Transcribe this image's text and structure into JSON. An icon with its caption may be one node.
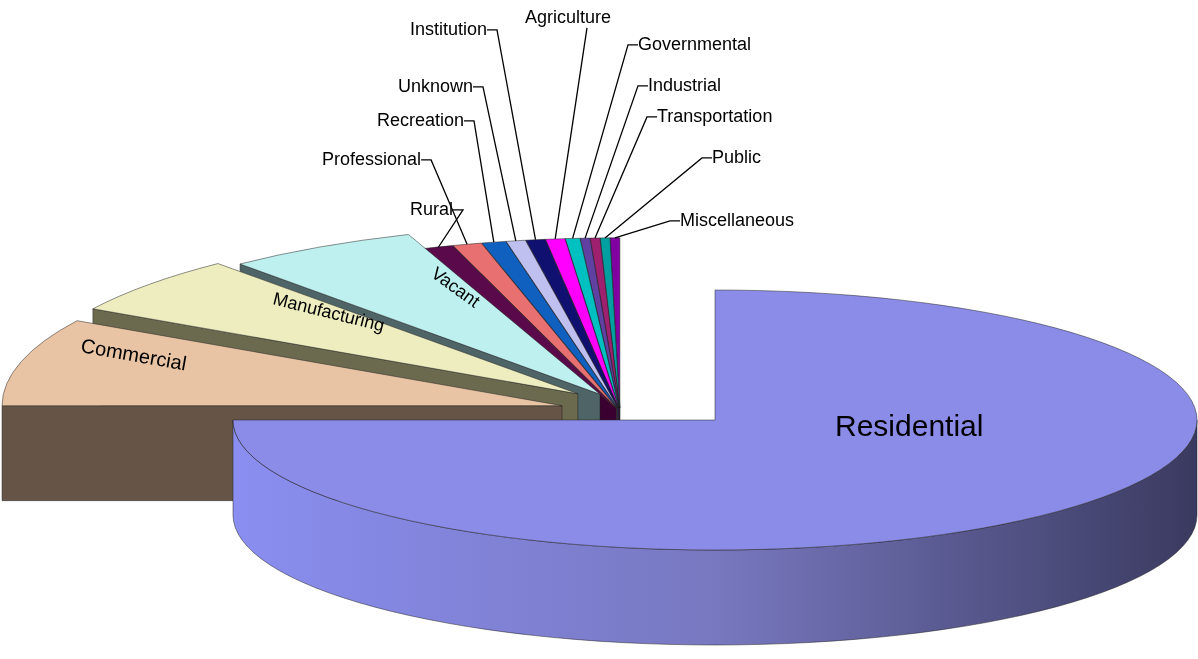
{
  "diagram": {
    "nodes": [
      {
        "text": [
          "Agriculture"
        ]
      },
      {
        "text": [
          "Institution"
        ]
      },
      {
        "text": [
          "Governmental"
        ]
      },
      {
        "text": [
          "Unknown"
        ]
      },
      {
        "text": [
          "Industrial"
        ]
      },
      {
        "text": [
          "Transportation"
        ]
      },
      {
        "text": [
          "Recreation"
        ]
      },
      {
        "text": [
          "Public"
        ]
      },
      {
        "text": [
          "Professional"
        ]
      },
      {
        "text": [
          "Rural"
        ]
      },
      {
        "text": [
          "Miscellaneous"
        ]
      },
      {
        "text": [
          "Commercial",
          "Manufacturing",
          "Vacant",
          "Residential"
        ]
      }
    ],
    "edges": [
      {
        "from": 0,
        "to": 11,
        "arrow": "none"
      },
      {
        "from": 1,
        "to": 11,
        "arrow": "none"
      },
      {
        "from": 2,
        "to": 11,
        "arrow": "none"
      },
      {
        "from": 3,
        "to": 11,
        "arrow": "none"
      },
      {
        "from": 4,
        "to": 11,
        "arrow": "none"
      },
      {
        "from": 5,
        "to": 11,
        "arrow": "none"
      },
      {
        "from": 6,
        "to": 11,
        "arrow": "none"
      },
      {
        "from": 7,
        "to": 11,
        "arrow": "none"
      },
      {
        "from": 8,
        "to": 11,
        "arrow": "none"
      },
      {
        "from": 9,
        "to": 11,
        "arrow": "none"
      },
      {
        "from": 10,
        "to": 11,
        "arrow": "none"
      }
    ]
  }
}
